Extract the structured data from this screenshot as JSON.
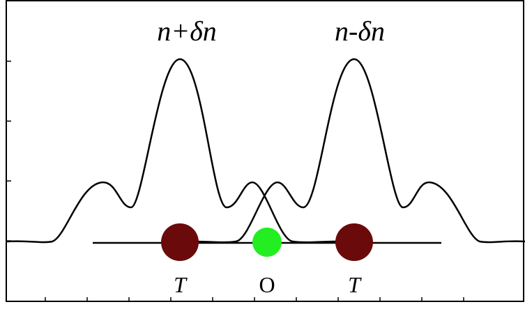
{
  "labels": {
    "peak_left": "n+δn",
    "peak_right": "n-δn",
    "point_left": "T",
    "point_center": "O",
    "point_right": "T"
  },
  "colors": {
    "curve": "#000000",
    "frame": "#000000",
    "trap_point": "#6b0a0a",
    "origin_point": "#22ee22"
  }
}
